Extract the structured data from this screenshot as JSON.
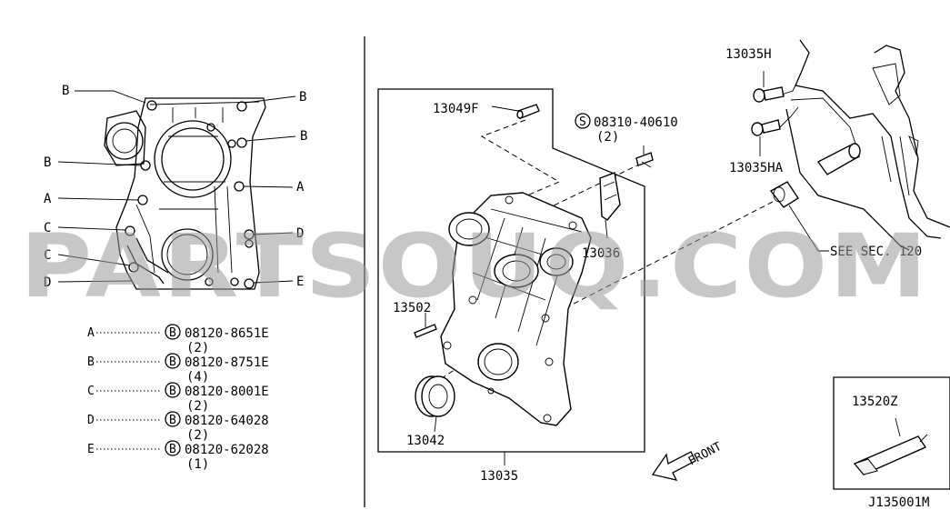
{
  "callouts": {
    "A": "A",
    "B": "B",
    "C": "C",
    "D": "D",
    "E": "E"
  },
  "legend": [
    {
      "key": "A",
      "bolt_symbol": "B",
      "part": "08120-8651E",
      "qty": "(2)"
    },
    {
      "key": "B",
      "bolt_symbol": "B",
      "part": "08120-8751E",
      "qty": "(4)"
    },
    {
      "key": "C",
      "bolt_symbol": "B",
      "part": "08120-8001E",
      "qty": "(2)"
    },
    {
      "key": "D",
      "bolt_symbol": "B",
      "part": "08120-64028",
      "qty": "(2)"
    },
    {
      "key": "E",
      "bolt_symbol": "B",
      "part": "08120-62028",
      "qty": "(1)"
    }
  ],
  "parts": {
    "p13049f": "13049F",
    "screw_symbol": "S",
    "screw_part": "08310-40610",
    "screw_qty": "(2)",
    "p13036": "13036",
    "p13502": "13502",
    "p13042": "13042",
    "p13035": "13035",
    "p13035h": "13035H",
    "p13035ha": "13035HA",
    "see_sec": "SEE SEC. 120",
    "p13520z": "13520Z"
  },
  "front_label": "FRONT",
  "diagram_code": "J135001M",
  "watermark": "PARTSOUQ.COM"
}
